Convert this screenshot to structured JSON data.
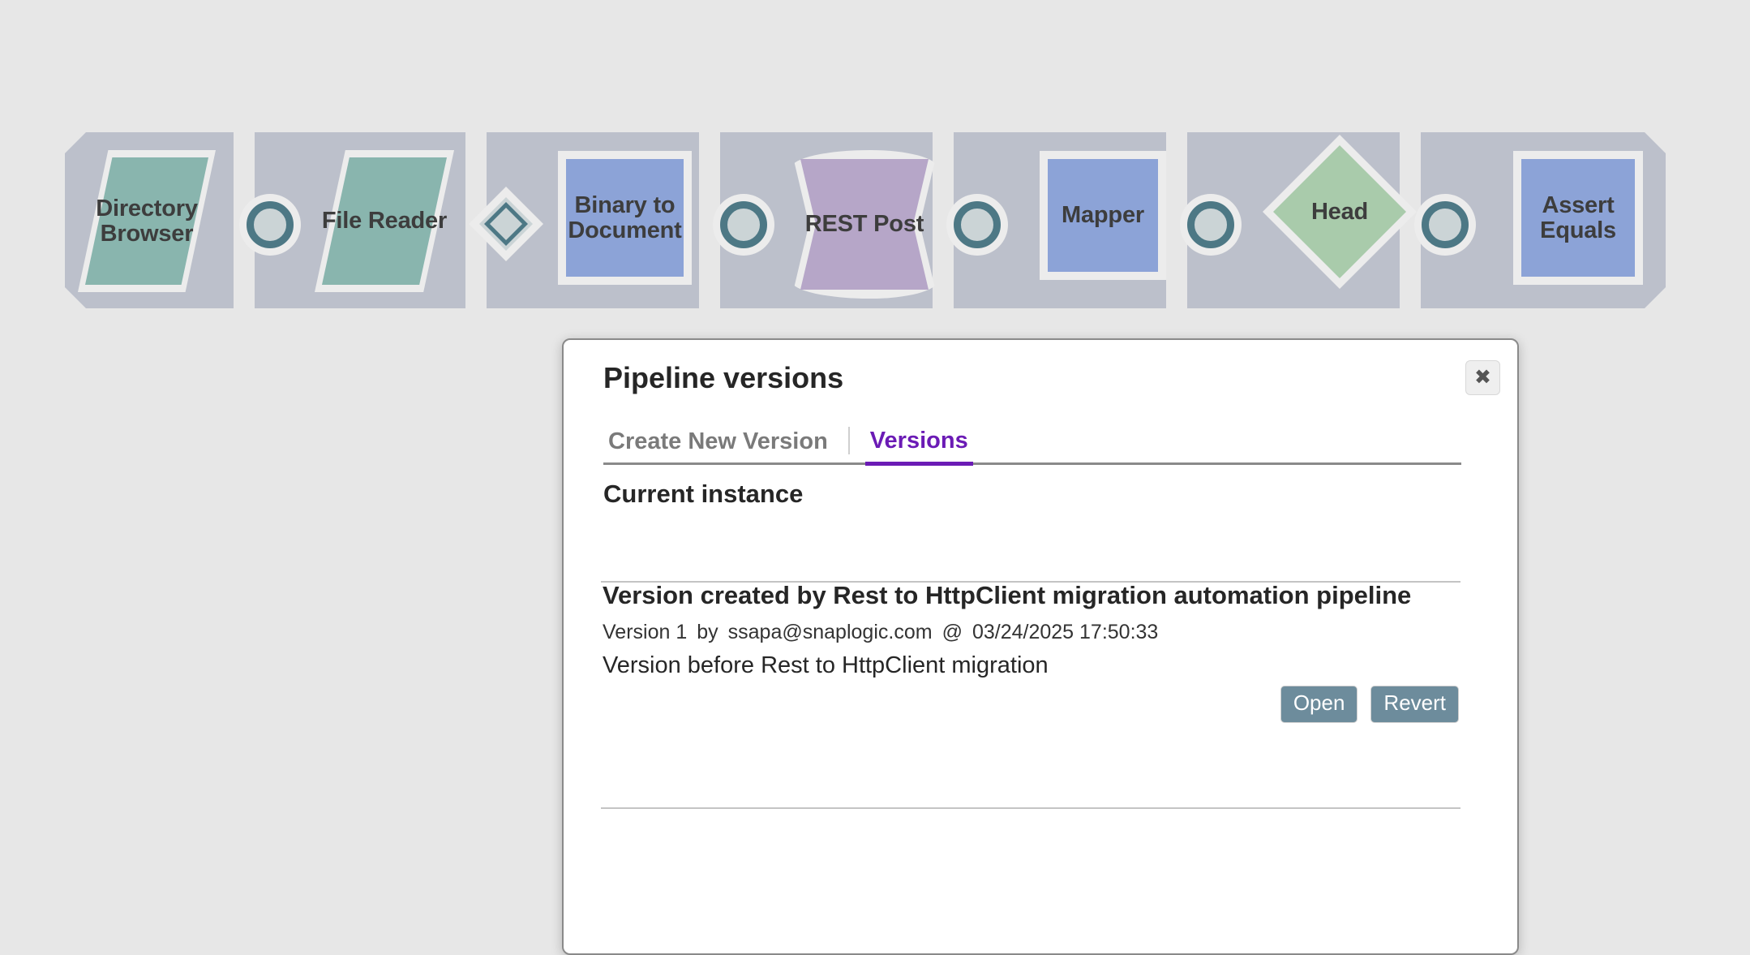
{
  "pipeline": {
    "nodes": [
      {
        "label": "Directory\nBrowser",
        "shape": "parallelogram",
        "color": "#89b5ae"
      },
      {
        "label": "File Reader",
        "shape": "parallelogram",
        "color": "#89b5ae"
      },
      {
        "label": "Binary to\nDocument",
        "shape": "square",
        "color": "#8ca3d7"
      },
      {
        "label": "REST Post",
        "shape": "barrel",
        "color": "#b6a6c8"
      },
      {
        "label": "Mapper",
        "shape": "square",
        "color": "#8ca3d7"
      },
      {
        "label": "Head",
        "shape": "diamond",
        "color": "#a9cbab"
      },
      {
        "label": "Assert\nEquals",
        "shape": "square",
        "color": "#8ca3d7"
      }
    ],
    "connector_icon": "link-circle-icon",
    "band_color": "#bcc0cb",
    "canvas_color": "#e7e7e7"
  },
  "dialog": {
    "title": "Pipeline versions",
    "close_label": "✖",
    "tabs": [
      {
        "label": "Create New Version",
        "active": false
      },
      {
        "label": "Versions",
        "active": true
      }
    ],
    "accent_color": "#6b1bb5",
    "current_instance_label": "Current instance",
    "versions": [
      {
        "title": "Version created by Rest to HttpClient migration automation pipeline",
        "version_number": "Version 1",
        "by_label": "by",
        "author": "ssapa@snaplogic.com",
        "at_label": "@",
        "timestamp": "03/24/2025 17:50:33",
        "description": "Version before Rest to HttpClient migration",
        "open_label": "Open",
        "revert_label": "Revert"
      }
    ]
  }
}
